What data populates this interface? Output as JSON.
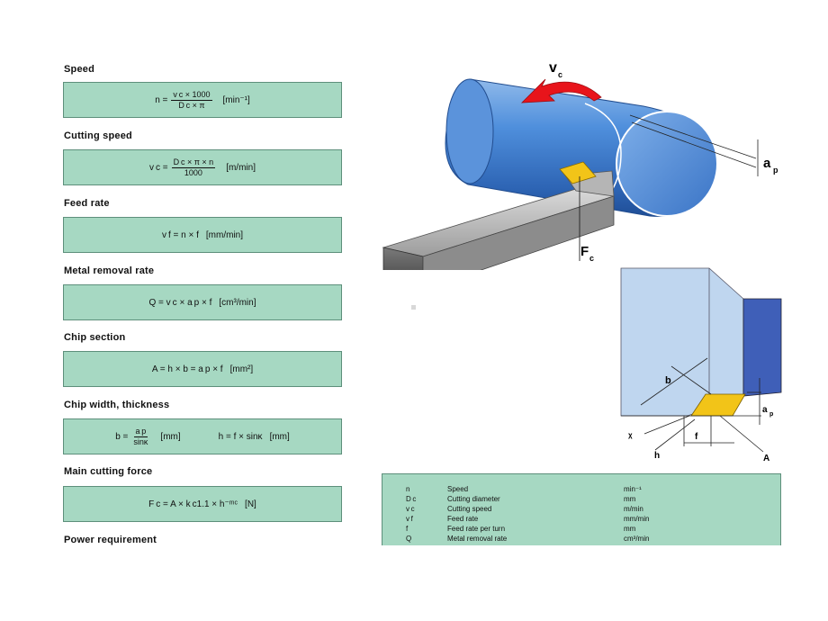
{
  "sections": [
    {
      "title": "Speed"
    },
    {
      "title": "Cutting speed"
    },
    {
      "title": "Feed rate"
    },
    {
      "title": "Metal removal rate"
    },
    {
      "title": "Chip section"
    },
    {
      "title": "Chip width, thickness"
    },
    {
      "title": "Main cutting force"
    },
    {
      "title": "Power requirement"
    }
  ],
  "formulas": {
    "speed": {
      "lhs": "n =",
      "num": "v c × 1000",
      "den": "D c × π",
      "unit": "[min⁻¹]"
    },
    "cutting_speed": {
      "lhs": "v c =",
      "num": "D c × π × n",
      "den": "1000",
      "unit": "[m/min]"
    },
    "feed_rate": {
      "text": "v f = n × f",
      "unit": "[mm/min]"
    },
    "removal_rate": {
      "text": "Q = v c × a p × f",
      "unit": "[cm³/min]"
    },
    "chip_section": {
      "text": "A = h × b = a p × f",
      "unit": "[mm²]"
    },
    "chip_width": {
      "lhs": "b =",
      "num": "a p",
      "den": "sinκ",
      "unit": "[mm]",
      "second": "h = f × sinκ",
      "second_unit": "[mm]"
    },
    "cutting_force": {
      "text": "F c = A × k c1.1 × h⁻ᵐᶜ",
      "unit": "[N]"
    }
  },
  "diagram_labels": {
    "vc": "v",
    "vc_sub": "c",
    "ap": "a",
    "ap_sub": "p",
    "fc": "F",
    "fc_sub": "c",
    "b": "b",
    "ap2": "a",
    "ap2_sub": "p",
    "kappa": "χ",
    "h": "h",
    "f": "f",
    "A": "A"
  },
  "legend": [
    {
      "sym": "n",
      "name": "Speed",
      "unit": "min⁻¹"
    },
    {
      "sym": "D c",
      "name": "Cutting diameter",
      "unit": "mm"
    },
    {
      "sym": "v c",
      "name": "Cutting speed",
      "unit": "m/min"
    },
    {
      "sym": "v f",
      "name": "Feed rate",
      "unit": "mm/min"
    },
    {
      "sym": "f",
      "name": "Feed rate per turn",
      "unit": "mm"
    },
    {
      "sym": "Q",
      "name": "Metal removal rate",
      "unit": "cm³/min"
    }
  ],
  "colors": {
    "formula_box": "#a6d8c2",
    "cylinder": "#3f7fcf",
    "arrow": "#e8141b",
    "insert": "#f2c418",
    "blade_light": "#bfd6ef",
    "blade_dark": "#3f5fb8"
  }
}
